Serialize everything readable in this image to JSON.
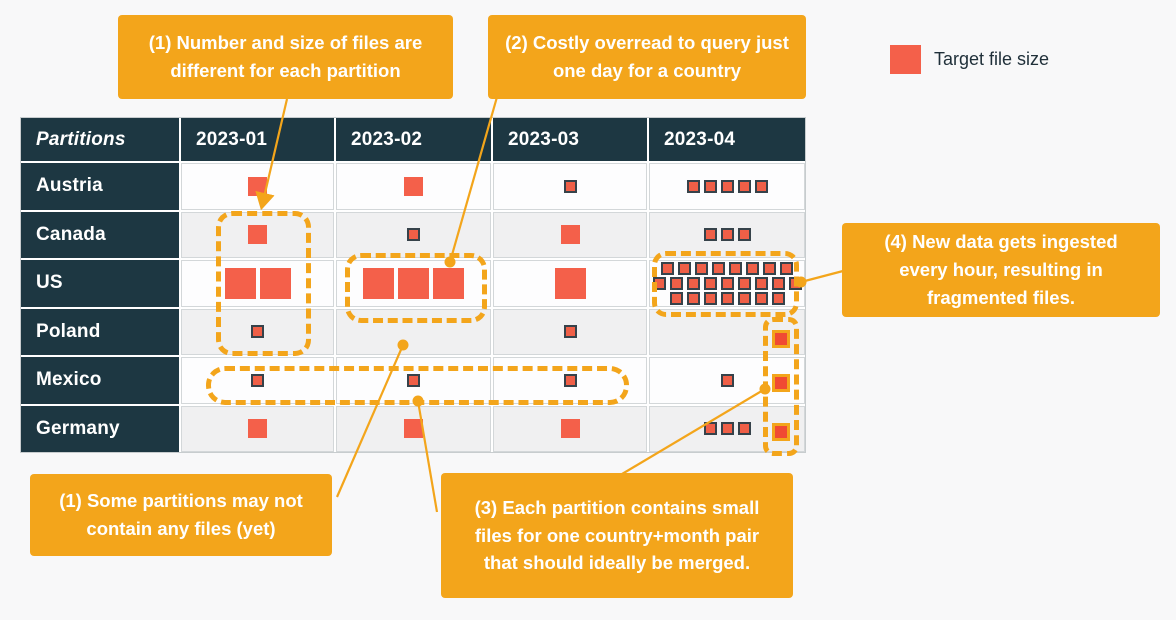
{
  "legend": {
    "label": "Target file size"
  },
  "callouts": {
    "files_differ": "(1) Number and size of files are different for each partition",
    "costly_overread": "(2) Costly overread to query just one day for a country",
    "empty_partitions": "(1) Some partitions may not contain any files (yet)",
    "small_files": "(3) Each partition contains small files for one country+month pair that should ideally be merged.",
    "ingestion": "(4) New data gets ingested every hour, resulting in fragmented files."
  },
  "table": {
    "header": [
      "Partitions",
      "2023-01",
      "2023-02",
      "2023-03",
      "2023-04"
    ],
    "rows": [
      {
        "label": "Austria",
        "cells": [
          [
            {
              "size": "md",
              "count": 1
            }
          ],
          [
            {
              "size": "md",
              "count": 1
            }
          ],
          [
            {
              "size": "sm",
              "count": 1
            }
          ],
          [
            {
              "size": "sm",
              "count": 5
            }
          ]
        ]
      },
      {
        "label": "Canada",
        "cells": [
          [
            {
              "size": "md",
              "count": 1
            }
          ],
          [
            {
              "size": "sm",
              "count": 1
            }
          ],
          [
            {
              "size": "md",
              "count": 1
            }
          ],
          [
            {
              "size": "sm",
              "count": 3
            }
          ]
        ]
      },
      {
        "label": "US",
        "cells": [
          [
            {
              "size": "lg",
              "count": 2
            }
          ],
          [
            {
              "size": "lg",
              "count": 3
            }
          ],
          [
            {
              "size": "lg",
              "count": 1
            }
          ],
          [
            {
              "size": "sm",
              "count": 8
            },
            {
              "size": "sm",
              "count": 9
            },
            {
              "size": "sm",
              "count": 7
            }
          ]
        ]
      },
      {
        "label": "Poland",
        "cells": [
          [
            {
              "size": "sm",
              "count": 1
            }
          ],
          [],
          [
            {
              "size": "sm",
              "count": 1
            }
          ],
          []
        ]
      },
      {
        "label": "Mexico",
        "cells": [
          [
            {
              "size": "sm",
              "count": 1
            }
          ],
          [
            {
              "size": "sm",
              "count": 1
            }
          ],
          [
            {
              "size": "sm",
              "count": 1
            }
          ],
          [
            {
              "size": "sm",
              "count": 1
            }
          ]
        ]
      },
      {
        "label": "Germany",
        "cells": [
          [
            {
              "size": "md",
              "count": 1
            }
          ],
          [
            {
              "size": "md",
              "count": 1
            }
          ],
          [
            {
              "size": "md",
              "count": 1
            }
          ],
          [
            {
              "size": "sm",
              "count": 3
            }
          ]
        ]
      }
    ]
  },
  "fragmented_strip": {
    "square_count": 3
  },
  "colors": {
    "accent_orange": "#f3a51b",
    "file_red": "#f4604a",
    "header_bg": "#1d3742"
  }
}
